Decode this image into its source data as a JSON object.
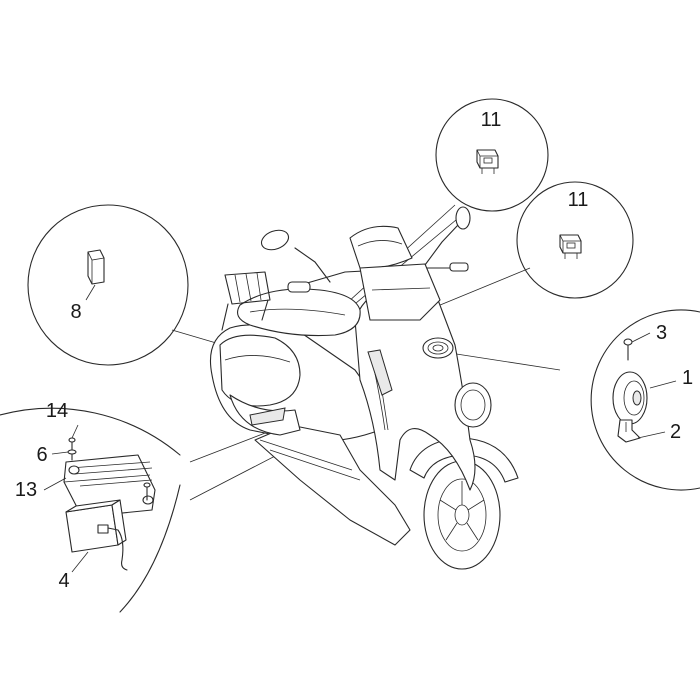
{
  "callouts": [
    {
      "id": "horn-part",
      "label": "1"
    },
    {
      "id": "horn-bracket",
      "label": "2"
    },
    {
      "id": "horn-screw",
      "label": "3"
    },
    {
      "id": "battery",
      "label": "4"
    },
    {
      "id": "washer",
      "label": "6"
    },
    {
      "id": "rear-relay",
      "label": "8"
    },
    {
      "id": "relay-upper",
      "label": "11"
    },
    {
      "id": "relay-lower",
      "label": "11"
    },
    {
      "id": "regulator",
      "label": "13"
    },
    {
      "id": "regulator-screw",
      "label": "14"
    }
  ]
}
